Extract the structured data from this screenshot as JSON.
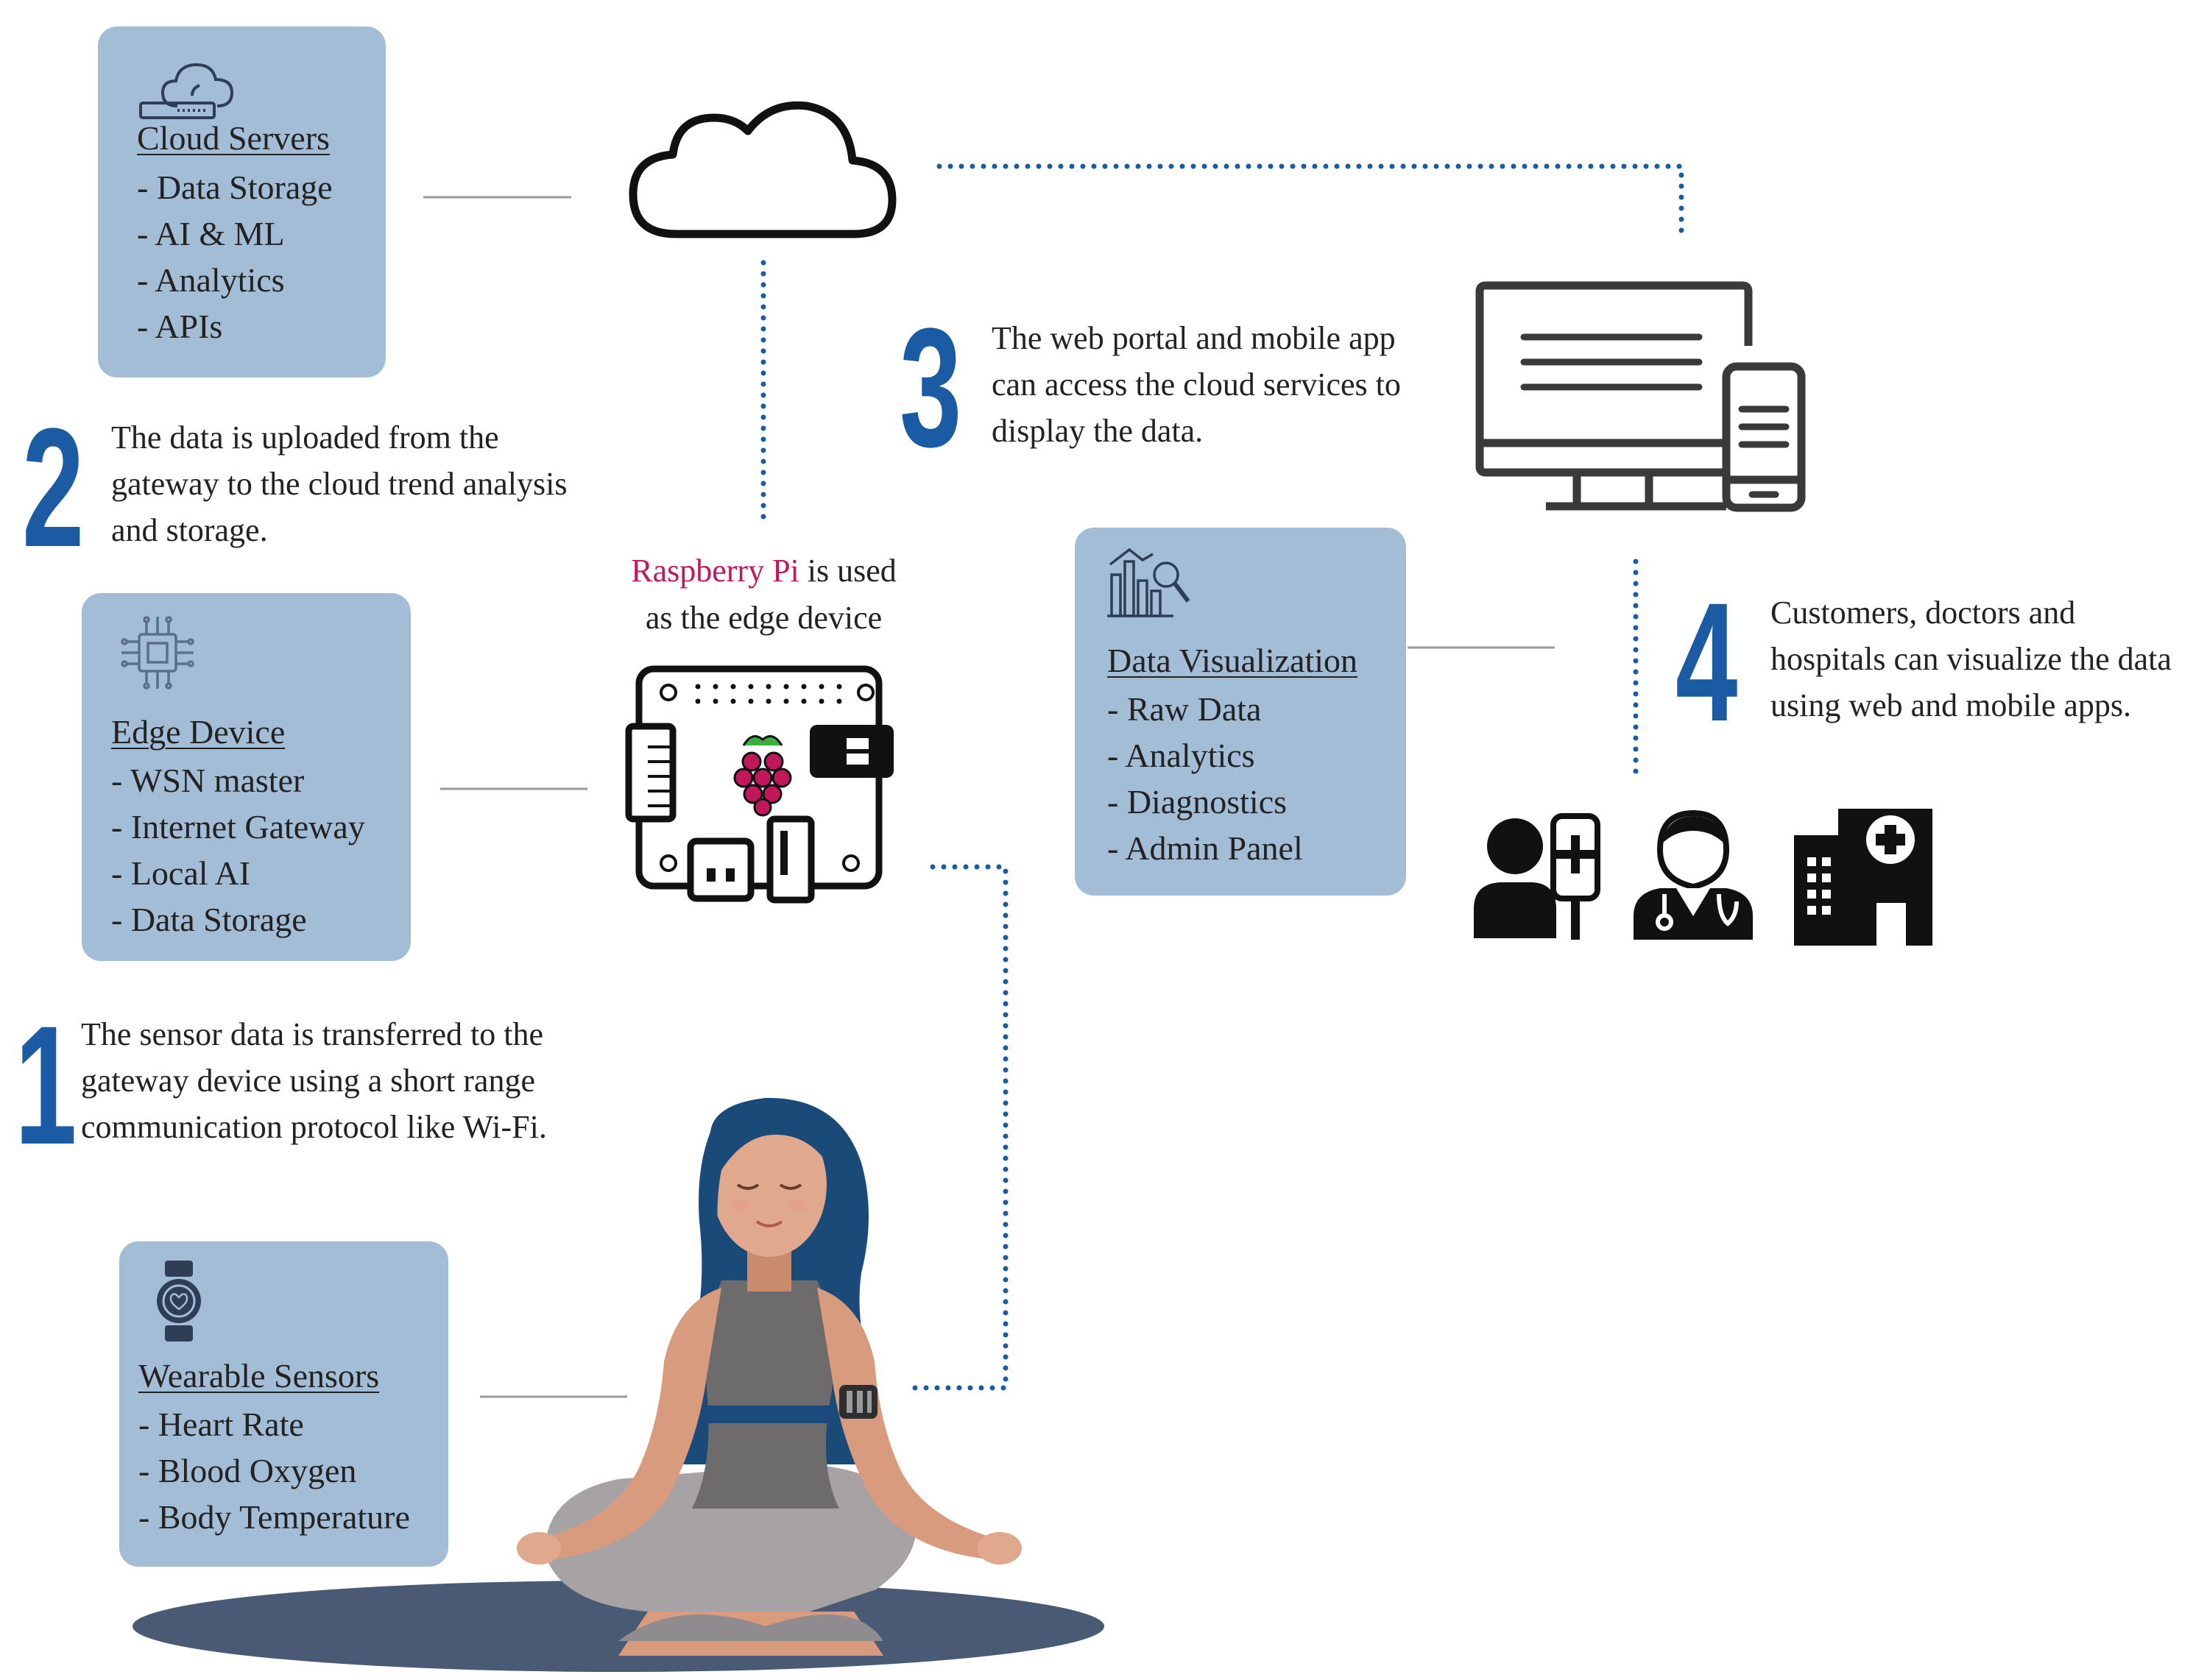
{
  "colors": {
    "card_bg": "#a4bdd7",
    "step_number": "#1a5ba4",
    "dotted_link": "#1a5ba4",
    "connector": "#9a9a9a",
    "raspberry_red": "#c2185b",
    "ground": "#4a5a75"
  },
  "cards": {
    "cloud": {
      "icon": "cloud-server-icon",
      "title": "Cloud Servers",
      "items": [
        "- Data Storage",
        "- AI & ML",
        "- Analytics",
        "- APIs"
      ]
    },
    "edge": {
      "icon": "processor-chip-icon",
      "title": "Edge Device",
      "items": [
        "- WSN master",
        "- Internet Gateway",
        "- Local AI",
        "- Data Storage"
      ]
    },
    "visualization": {
      "icon": "bar-chart-magnifier-icon",
      "title": "Data Visualization",
      "items": [
        "- Raw Data",
        "- Analytics",
        "- Diagnostics",
        "- Admin Panel"
      ]
    },
    "wearable": {
      "icon": "smartwatch-icon",
      "title": "Wearable Sensors",
      "items": [
        "- Heart Rate",
        "- Blood Oxygen",
        "- Body Temperature"
      ]
    }
  },
  "steps": [
    {
      "number": "1",
      "lines": [
        "The sensor data is transferred to the",
        "gateway device using a short range",
        "communication protocol like Wi-Fi."
      ]
    },
    {
      "number": "2",
      "lines": [
        "The data is uploaded from the",
        "gateway to the cloud trend analysis",
        "and storage."
      ]
    },
    {
      "number": "3",
      "lines": [
        "The web portal and mobile app",
        "can access the cloud services to",
        "display the data."
      ]
    },
    {
      "number": "4",
      "lines": [
        "Customers, doctors and",
        "hospitals can visualize the data",
        "using web and mobile apps."
      ]
    }
  ],
  "raspberry_caption": {
    "highlight": "Raspberry Pi",
    "rest": " is used",
    "line2": "as the edge device"
  },
  "illustrations": [
    "cloud-icon",
    "raspberry-pi-board-icon",
    "desktop-mobile-icon",
    "patient-icon",
    "doctor-icon",
    "hospital-icon",
    "meditating-woman-illustration"
  ]
}
